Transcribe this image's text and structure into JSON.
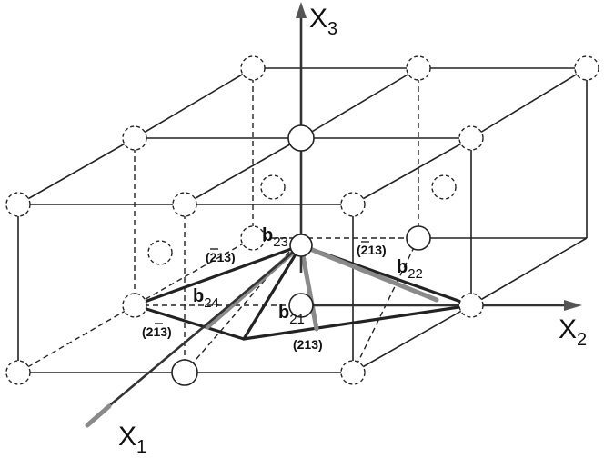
{
  "axes": {
    "x1": {
      "letter": "X",
      "sub": "1"
    },
    "x2": {
      "letter": "X",
      "sub": "2"
    },
    "x3": {
      "letter": "X",
      "sub": "3"
    }
  },
  "vectors": {
    "b21": {
      "letter": "b",
      "sub": "21"
    },
    "b22": {
      "letter": "b",
      "sub": "22"
    },
    "b23": {
      "letter": "b",
      "sub": "23"
    },
    "b24": {
      "letter": "b",
      "sub": "24"
    }
  },
  "planes": {
    "top_left": {
      "open": "(",
      "bar": "2",
      "rest": "13)"
    },
    "top_right": {
      "open": "(",
      "bar": "2",
      "rest": "13)"
    },
    "bottom_left": {
      "open": "(2",
      "bar": "1",
      "rest": "3)"
    },
    "bottom_mid": {
      "text": "(213)"
    }
  },
  "colors": {
    "line": "#222222",
    "gray_vector": "#8a8a8a"
  }
}
